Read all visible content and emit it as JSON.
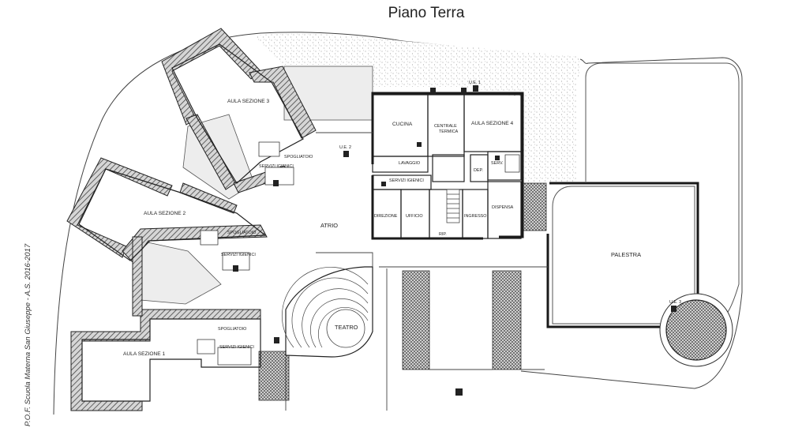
{
  "plan": {
    "title": "Piano Terra",
    "side_note": "P.O.F. Scuola Materna San Giuseppe - A.S. 2016-2017"
  },
  "rooms": {
    "aula3": "AULA SEZIONE 3",
    "aula2": "AULA SEZIONE 2",
    "aula1": "AULA SEZIONE 1",
    "aula4": "AULA SEZIONE 4",
    "atrio": "ATRIO",
    "teatro": "TEATRO",
    "palestra": "PALESTRA",
    "cucina": "CUCINA",
    "centrale_1": "CENTRALE",
    "centrale_2": "TERMICA",
    "lavaggio": "LAVAGGIO",
    "servizi_igienici_center": "SERVIZI IGIENICI",
    "direzione": "DIREZIONE",
    "ufficio": "UFFICIO",
    "rip": "RIP.",
    "ingresso": "INGRESSO",
    "dispensa": "DISPENSA",
    "dep": "DEP.",
    "serv": "SERV.",
    "spogliatoio_3": "SPOGLIATOIO",
    "servizi_3": "SERVIZI IGIENICI",
    "spogliatoio_2": "SPOGLIATOIO",
    "servizi_2": "SERVIZI IGIENICI",
    "spogliatoio_1": "SPOGLIATOIO",
    "servizi_1": "SERVIZI IGIENICI"
  },
  "exits": {
    "ue1": "U.E. 1",
    "ue2": "U.E. 2",
    "ue3": "U.E. 3"
  },
  "colors": {
    "wall": "#2b2b2b",
    "hatch": "#6a6a6a",
    "light_fill": "#efefef",
    "stipple": "#9a9a9a"
  }
}
